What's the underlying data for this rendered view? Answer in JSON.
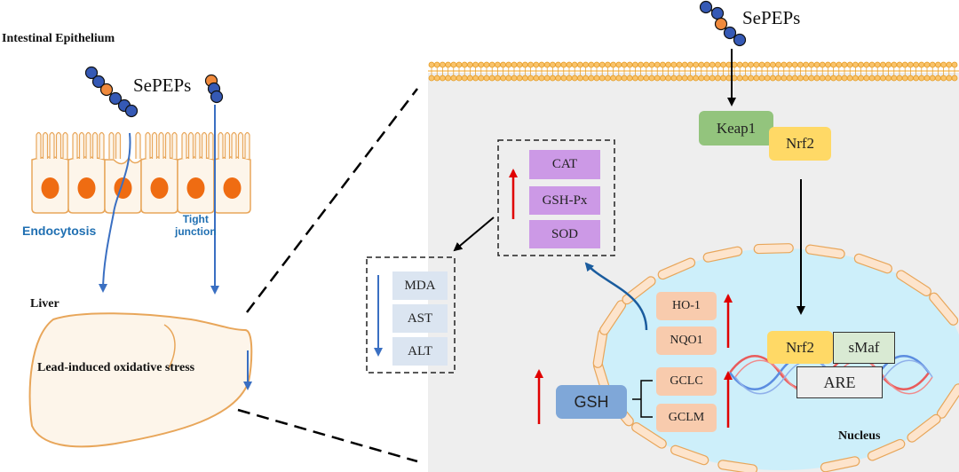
{
  "left_panel": {
    "tissue_title": "Intestinal Epithelium",
    "compound": "SePEPs",
    "endocytosis": "Endocytosis",
    "tight_junction_line1": "Tight",
    "tight_junction_line2": "junction",
    "liver": "Liver",
    "stress": "Lead-induced oxidative stress"
  },
  "right_panel": {
    "compound": "SePEPs",
    "keap1": "Keap1",
    "nrf2_cytoplasm": "Nrf2",
    "nrf2_nucleus": "Nrf2",
    "smaf": "sMaf",
    "are": "ARE",
    "nucleus": "Nucleus",
    "gsh": "GSH",
    "enzymes_up": [
      "CAT",
      "GSH-Px",
      "SOD"
    ],
    "markers_down": [
      "MDA",
      "AST",
      "ALT"
    ],
    "genes_upper": [
      "HO-1",
      "NQO1"
    ],
    "genes_lower": [
      "GCLC",
      "GCLM"
    ]
  },
  "colors": {
    "keap1": "#93c47d",
    "nrf2": "#ffd966",
    "smaf": "#d9ead3",
    "enzyme": "#cc99e6",
    "marker": "#dbe5f1",
    "gene": "#f8cbad",
    "gsh": "#7fa7d8",
    "cell_fill": "#eeeeee",
    "nucleus_fill": "#cdeffa",
    "membrane": "#f6a623",
    "arrow_up": "#e00000",
    "arrow_blue": "#3a6fc2"
  }
}
